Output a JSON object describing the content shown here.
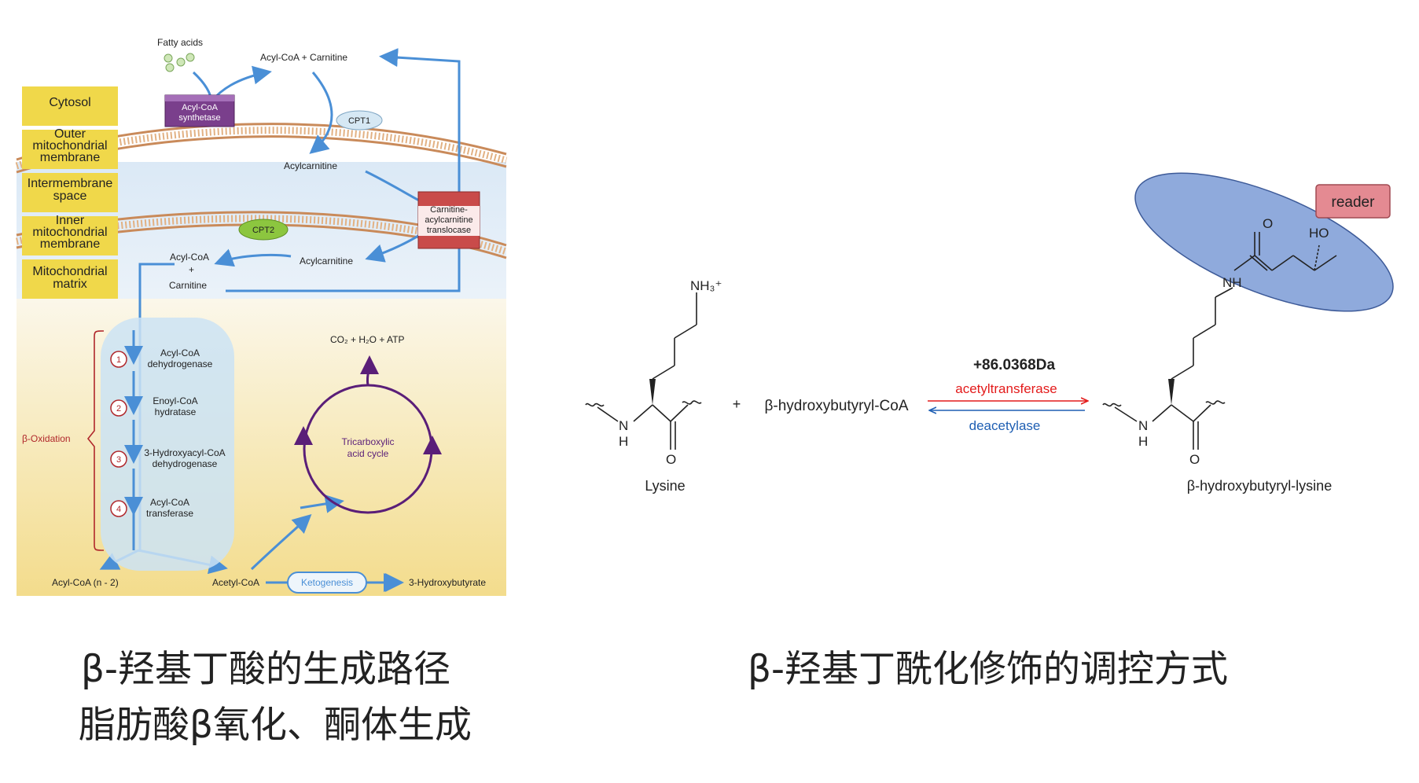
{
  "left_panel": {
    "compartments": [
      "Cytosol",
      "Outer|mitochondrial|membrane",
      "Intermembrane|space",
      "Inner|mitochondrial|membrane",
      "Mitochondrial|matrix"
    ],
    "fatty_acids": "Fatty acids",
    "acyl_coa_carnitine": "Acyl-CoA + Carnitine",
    "synthetase": "Acyl-CoA|synthetase",
    "cpt1": "CPT1",
    "acylcarnitine_upper": "Acylcarnitine",
    "translocase": "Carnitine-|acylcarnitine|translocase",
    "cpt2": "CPT2",
    "acylcarnitine_lower": "Acylcarnitine",
    "acyl_coa": "Acyl-CoA",
    "plus": "+",
    "carnitine": "Carnitine",
    "beta_oxidation": "β-Oxidation",
    "steps": [
      {
        "num": "1",
        "label": "Acyl-CoA|dehydrogenase"
      },
      {
        "num": "2",
        "label": "Enoyl-CoA|hydratase"
      },
      {
        "num": "3",
        "label": "3-Hydroxyacyl-CoA|dehydrogenase"
      },
      {
        "num": "4",
        "label": "Acyl-CoA|transferase"
      }
    ],
    "co2": "CO₂ + H₂O + ATP",
    "tca": "Tricarboxylic|acid cycle",
    "acyl_coa_n2": "Acyl-CoA (n - 2)",
    "acetyl_coa": "Acetyl-CoA",
    "ketogenesis": "Ketogenesis",
    "hydroxybutyrate": "3-Hydroxybutyrate"
  },
  "right_panel": {
    "nh3": "NH₃⁺",
    "nh_left": "N",
    "h_left": "H",
    "o_left": "O",
    "lysine": "Lysine",
    "plus": "+",
    "reagent": "β-hydroxybutyryl-CoA",
    "mass": "+86.0368Da",
    "forward_enzyme": "acetyltransferase",
    "reverse_enzyme": "deacetylase",
    "reader": "reader",
    "o_top": "O",
    "ho": "HO",
    "nh_side": "NH",
    "nh_right": "N",
    "h_right": "H",
    "o_right": "O",
    "product": "β-hydroxybutyryl-lysine"
  },
  "captions": {
    "left_line1": "β-羟基丁酸的生成路径",
    "left_line2": "脂肪酸β氧化、酮体生成",
    "right": "β-羟基丁酰化修饰的调控方式"
  },
  "colors": {
    "compartment_label": "#f0d84a",
    "arrow_blue": "#4a8fd6",
    "beta_red": "#b0272b",
    "tca_purple": "#5a1e78",
    "synthetase_purple": "#7a3f8c",
    "translocase_red": "#c94b4a",
    "cpt2_green": "#8cc63f",
    "forward_red": "#e31b1b",
    "reverse_blue": "#1f5fb3",
    "reader_blue": "#8faadc",
    "reader_pink": "#e48a92"
  }
}
